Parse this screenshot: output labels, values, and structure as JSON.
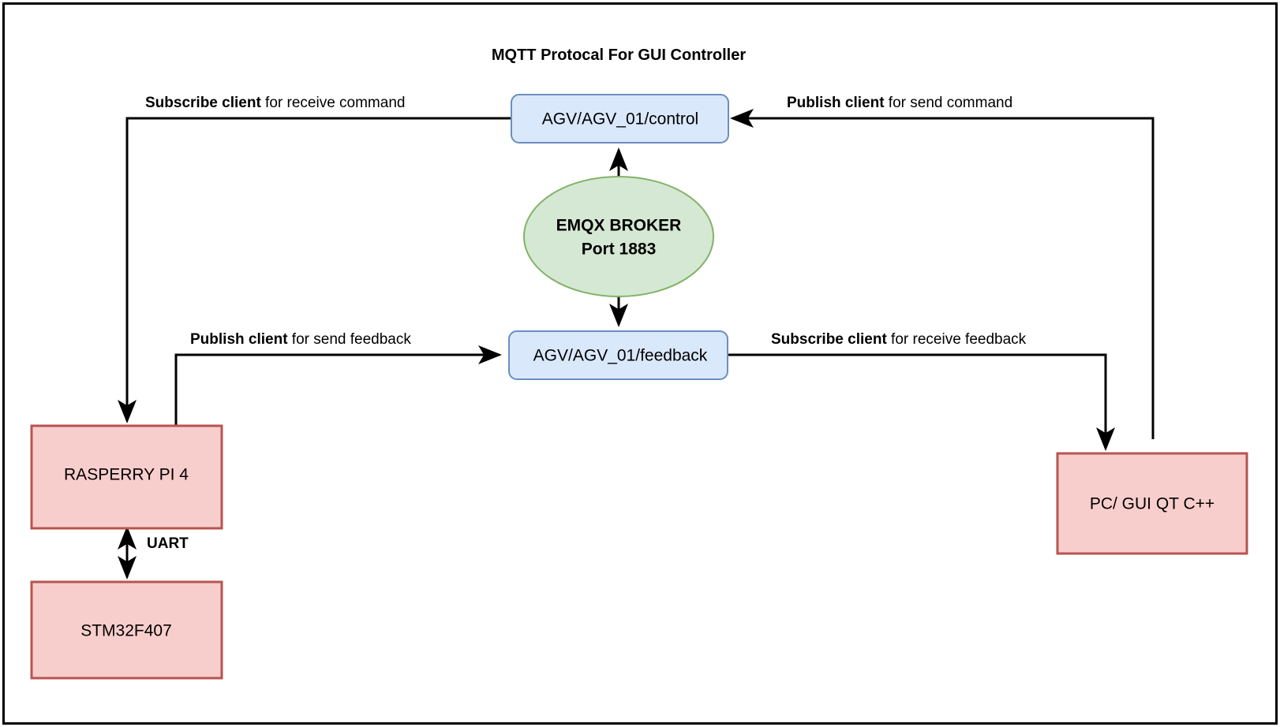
{
  "diagram": {
    "title": "MQTT Protocal For GUI Controller",
    "frame_color": "#000000",
    "background": "#ffffff",
    "nodes": {
      "control_topic": {
        "label": "AGV/AGV_01/control",
        "shape": "rounded-rect",
        "fill": "#dae8fc",
        "stroke": "#6c8ebf"
      },
      "feedback_topic": {
        "label": "AGV/AGV_01/feedback",
        "shape": "rounded-rect",
        "fill": "#dae8fc",
        "stroke": "#6c8ebf"
      },
      "broker": {
        "label_line1": "EMQX BROKER",
        "label_line2": "Port 1883",
        "shape": "ellipse",
        "fill": "#d5e8d4",
        "stroke": "#82b366"
      },
      "raspberry_pi": {
        "label": "RASPERRY PI 4",
        "shape": "rect",
        "fill": "#f8cecc",
        "stroke": "#b85450"
      },
      "stm32": {
        "label": "STM32F407",
        "shape": "rect",
        "fill": "#f8cecc",
        "stroke": "#b85450"
      },
      "pc_gui": {
        "label": "PC/ GUI QT C++",
        "shape": "rect",
        "fill": "#f8cecc",
        "stroke": "#b85450"
      }
    },
    "edges": {
      "subscribe_command": {
        "bold_part": "Subscribe client",
        "rest_part": " for receive command",
        "from": "control_topic",
        "to": "raspberry_pi"
      },
      "publish_command": {
        "bold_part": "Publish client",
        "rest_part": " for send command",
        "from": "pc_gui",
        "to": "control_topic"
      },
      "publish_feedback": {
        "bold_part": "Publish client",
        "rest_part": " for send feedback",
        "from": "raspberry_pi",
        "to": "feedback_topic"
      },
      "subscribe_feedback": {
        "bold_part": "Subscribe client",
        "rest_part": " for receive feedback",
        "from": "feedback_topic",
        "to": "pc_gui"
      },
      "uart": {
        "label": "UART",
        "from": "raspberry_pi",
        "to": "stm32",
        "bidirectional": true
      }
    }
  }
}
